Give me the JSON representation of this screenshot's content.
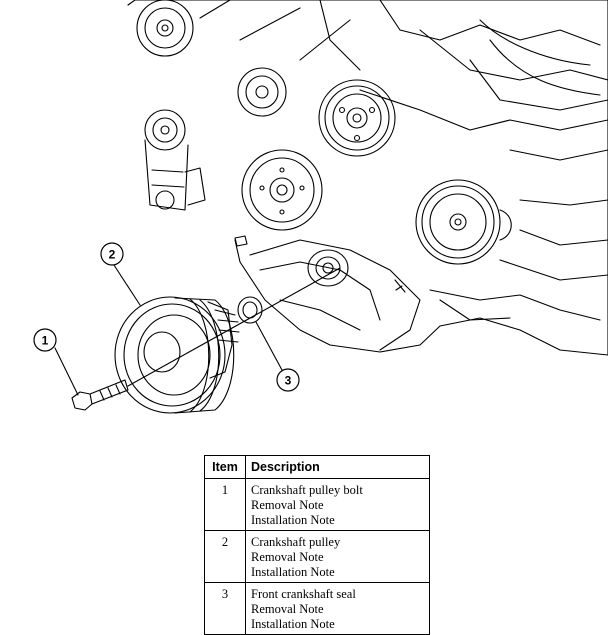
{
  "callouts": [
    "1",
    "2",
    "3"
  ],
  "table": {
    "headers": {
      "item": "Item",
      "description": "Description"
    },
    "rows": [
      {
        "item": "1",
        "name": "Crankshaft pulley bolt",
        "note1": "Removal Note",
        "note2": "Installation Note"
      },
      {
        "item": "2",
        "name": "Crankshaft pulley",
        "note1": "Removal Note",
        "note2": "Installation Note"
      },
      {
        "item": "3",
        "name": "Front crankshaft seal",
        "note1": "Removal Note",
        "note2": "Installation Note"
      }
    ]
  }
}
